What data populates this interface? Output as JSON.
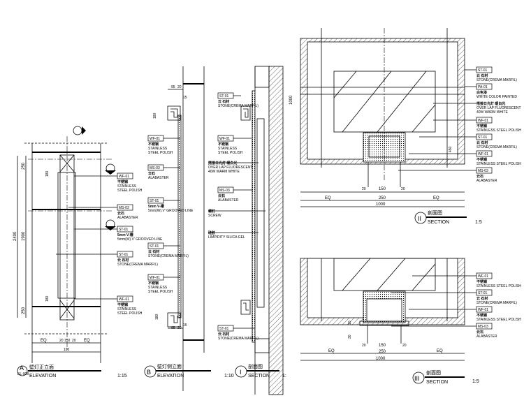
{
  "drawings": {
    "A": {
      "letter": "A",
      "ref": "EL-008",
      "cn_title": "壁灯正立面",
      "title": "ELEVATION",
      "scale": "1:15",
      "dims": {
        "total": "2400",
        "mid": "1900",
        "top": "250",
        "bottom": "250",
        "cap": "180",
        "eq": "EQ",
        "w20": "20",
        "w150": "150",
        "w190": "190"
      }
    },
    "B": {
      "letter": "B",
      "cn_title": "壁灯侧立面",
      "title": "ELEVATION",
      "scale": "1:10",
      "dims": {
        "d95": "95",
        "d20": "20",
        "d15": "15",
        "d180": "180"
      }
    },
    "I": {
      "letter": "I",
      "cn_title": "剖面图",
      "title": "SECTION",
      "scale": "1:"
    },
    "II": {
      "letter": "II",
      "cn_title": "剖面图",
      "title": "SECTION",
      "scale": "1:5",
      "dims": {
        "eq": "EQ",
        "d1000": "1000",
        "d250": "250",
        "d150": "150",
        "d20": "20",
        "d1000v": "1000",
        "d450": "450"
      }
    },
    "III": {
      "letter": "III",
      "cn_title": "剖面图",
      "title": "SECTION",
      "scale": "1:5",
      "dims": {
        "eq": "EQ",
        "d1000": "1000",
        "d250": "250",
        "d150": "150",
        "d20": "20",
        "d30": "30",
        "d10": "10"
      }
    }
  },
  "callouts": [
    {
      "tag": "WF-01",
      "cn": "不锈钢",
      "lines": [
        "STAINLESS",
        "STEEL POLISH"
      ]
    },
    {
      "tag": "MS-03",
      "cn": "云石",
      "lines": [
        "ALABASTER"
      ]
    },
    {
      "tag": "ST-01",
      "cn": "5mm  V-槽",
      "lines": [
        "5mm(W).V' GROOVED LINE"
      ]
    },
    {
      "tag": "ST-01",
      "cn": "云 石材",
      "lines": [
        "STONE(CREMA MARFIL)"
      ]
    },
    {
      "tag": "WF-01",
      "cn": "不锈钢",
      "lines": [
        "STAINLESS",
        "STEEL POLISH"
      ]
    },
    {
      "tag": "WF-01",
      "cn": "不锈钢",
      "lines": [
        "STAINLESS",
        "STEEL POLISH"
      ]
    },
    {
      "tag": "MS-03",
      "cn": "云石",
      "lines": [
        "ALABASTER"
      ]
    },
    {
      "tag": "ST-01",
      "cn": "5mm  V-槽",
      "lines": [
        "5mm(W).V' GROOVED LINE"
      ]
    },
    {
      "tag": "ST-01",
      "cn": "云 石材",
      "lines": [
        "STONE(CREMA MARFIL)"
      ]
    },
    {
      "tag": "WF-01",
      "cn": "不锈钢",
      "lines": [
        "STAINLESS",
        "STEEL POLISH"
      ]
    },
    {
      "tag": "ST-01",
      "cn": "云 石材",
      "lines": [
        "STONE(CREMA MARFIL)"
      ]
    },
    {
      "tag": "WF-01",
      "cn": "不锈钢",
      "lines": [
        "STAINLESS",
        "STEEL POLISH"
      ]
    },
    {
      "tag": "",
      "cn": "搭接日光灯 暖白光",
      "lines": [
        "OVER LAP FLUORESCENT",
        "40W WARM WHITE"
      ]
    },
    {
      "tag": "MS-03",
      "cn": "云石",
      "lines": [
        "ALABASTER"
      ]
    },
    {
      "tag": "",
      "cn": "螺钉",
      "lines": [
        "SCREW"
      ]
    },
    {
      "tag": "",
      "cn": "硅胶",
      "lines": [
        "LIMPIDITY SILICA GEL"
      ]
    },
    {
      "tag": "ST-01",
      "cn": "云 石材",
      "lines": [
        "STONE(CREMA MARFIL)"
      ]
    },
    {
      "tag": "ST-01",
      "cn": "云 石材",
      "lines": [
        "STONE(CREMA MARFIL)"
      ]
    },
    {
      "tag": "PA-01",
      "cn": "白色漆",
      "lines": [
        "WHITE COLOR PAINTED"
      ]
    },
    {
      "tag": "",
      "cn": "搭接日光灯 暖白光",
      "lines": [
        "OVER LAP FLUORESCENT",
        "40W WARM WHITE"
      ]
    },
    {
      "tag": "WF-01",
      "cn": "不锈钢",
      "lines": [
        "STAINLESS STEEL POLISH"
      ]
    },
    {
      "tag": "ST-01",
      "cn": "云 石材",
      "lines": [
        "STONE(CREMA MARFIL)"
      ]
    },
    {
      "tag": "WF-01",
      "cn": "不锈钢",
      "lines": [
        "STAINLESS STEEL POLISH"
      ]
    },
    {
      "tag": "MS-03",
      "cn": "云石",
      "lines": [
        "ALABASTER"
      ]
    },
    {
      "tag": "WF-01",
      "cn": "不锈钢",
      "lines": [
        "STAINLESS STEEL POLISH"
      ]
    },
    {
      "tag": "ST-01",
      "cn": "云 石材",
      "lines": [
        "STONE(CREMA MARFIL)"
      ]
    },
    {
      "tag": "WF-01",
      "cn": "不锈钢",
      "lines": [
        "STAINLESS STEEL POLISH"
      ]
    },
    {
      "tag": "MS-03",
      "cn": "云石",
      "lines": [
        "ALABASTER"
      ]
    }
  ]
}
